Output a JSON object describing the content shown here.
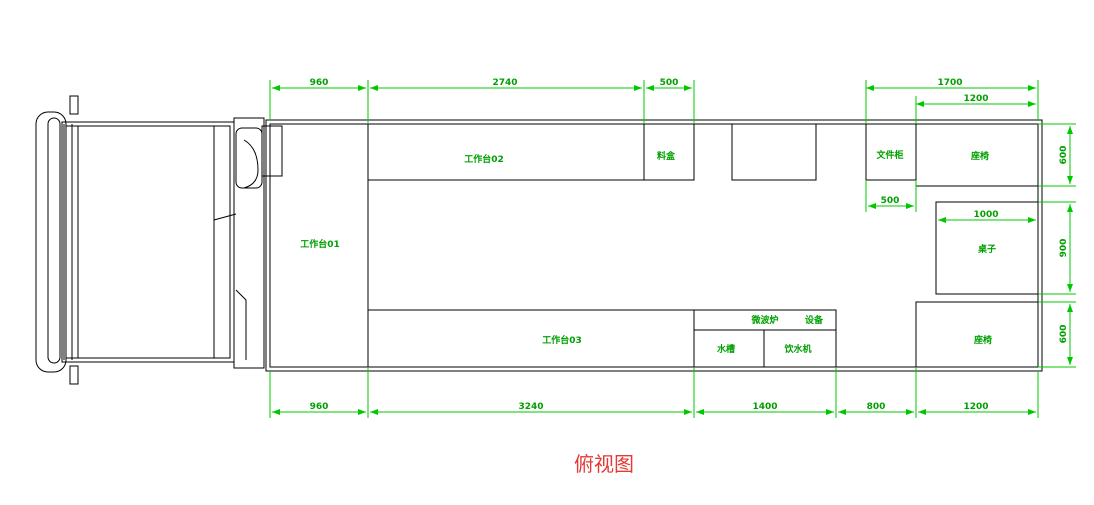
{
  "caption": "俯视图",
  "colors": {
    "line": "#000000",
    "dimension": "#00c800",
    "room_label": "#00a000",
    "caption": "#e53935"
  },
  "rooms": {
    "workbench_01": "工作台01",
    "workbench_02": "工作台02",
    "workbench_03": "工作台03",
    "material_box": "料盒",
    "file_cabinet": "文件柜",
    "seat_top": "座椅",
    "seat_bottom": "座椅",
    "table": "桌子",
    "microwave": "微波炉",
    "equipment": "设备",
    "sink": "水槽",
    "water_dispenser": "饮水机"
  },
  "dimensions": {
    "top_960": "960",
    "top_2740": "2740",
    "top_500": "500",
    "top_1700": "1700",
    "top_1200": "1200",
    "mid_500": "500",
    "table_1000": "1000",
    "right_600_top": "600",
    "right_900": "900",
    "right_600_bottom": "600",
    "bottom_960": "960",
    "bottom_3240": "3240",
    "bottom_1400": "1400",
    "bottom_800": "800",
    "bottom_1200": "1200"
  }
}
